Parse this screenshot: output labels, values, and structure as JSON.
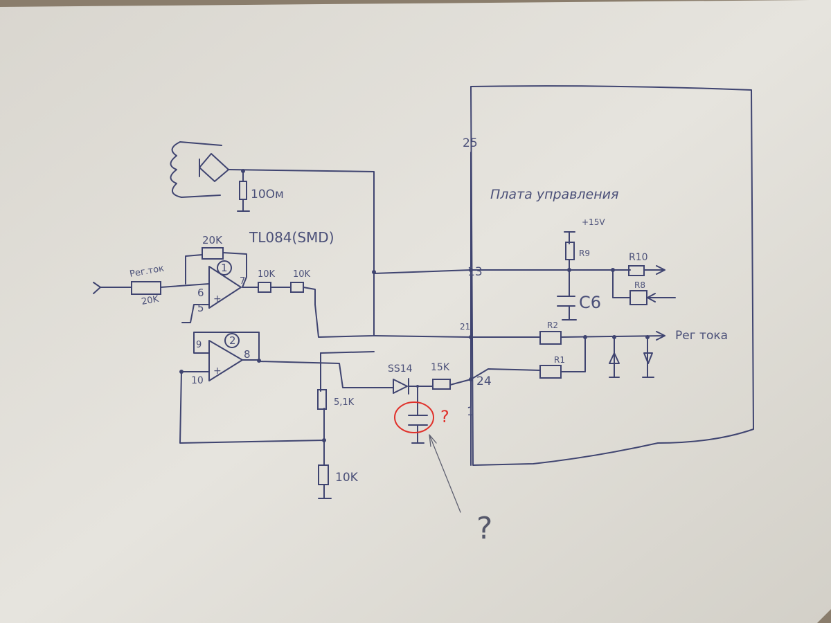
{
  "board": {
    "title": "Плата управления",
    "pins": {
      "p25": "25",
      "p13": "13",
      "p21": "21",
      "p24": "24",
      "p1": "1"
    }
  },
  "coil": {
    "resistor_label": "10Ом"
  },
  "opamp_chip": {
    "label": "TL084(SMD)"
  },
  "opamp1": {
    "number": "1",
    "pin_inv": "6",
    "pin_noninv": "5",
    "pin_out": "7",
    "feedback_resistor": "20K",
    "input_resistor_top": "Рег.ток",
    "input_resistor_bottom": "20K",
    "out_r1": "10K",
    "out_r2": "10K"
  },
  "opamp2": {
    "number": "2",
    "pin_inv": "9",
    "pin_noninv": "10",
    "pin_out": "8",
    "divider_top": "5,1K",
    "divider_bottom": "10K"
  },
  "diode": {
    "label": "SS14"
  },
  "series_resistor": {
    "label": "15K"
  },
  "right_side": {
    "supply": "+15V",
    "r9": "R9",
    "r10": "R10",
    "r8": "R8",
    "c6": "C6",
    "r2": "R2",
    "r1": "R1",
    "output_label": "Рег тока"
  },
  "annotations": {
    "question_red": "?",
    "question_pencil": "?"
  }
}
